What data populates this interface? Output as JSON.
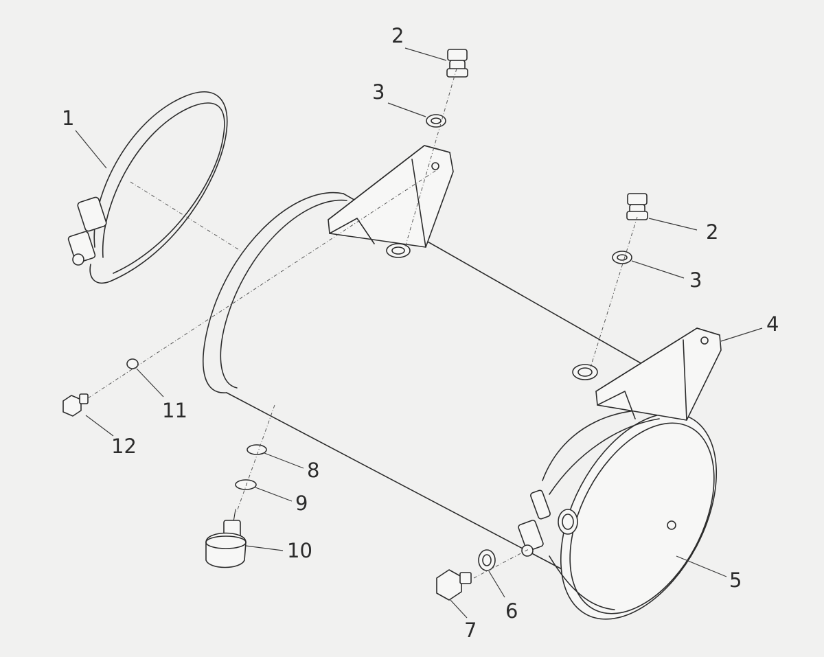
{
  "diagram": {
    "callouts": [
      {
        "id": "c1",
        "label": "1"
      },
      {
        "id": "c2a",
        "label": "2"
      },
      {
        "id": "c3a",
        "label": "3"
      },
      {
        "id": "c2b",
        "label": "2"
      },
      {
        "id": "c3b",
        "label": "3"
      },
      {
        "id": "c4",
        "label": "4"
      },
      {
        "id": "c5",
        "label": "5"
      },
      {
        "id": "c6",
        "label": "6"
      },
      {
        "id": "c7",
        "label": "7"
      },
      {
        "id": "c8",
        "label": "8"
      },
      {
        "id": "c9",
        "label": "9"
      },
      {
        "id": "c10",
        "label": "10"
      },
      {
        "id": "c11",
        "label": "11"
      },
      {
        "id": "c12",
        "label": "12"
      }
    ]
  }
}
